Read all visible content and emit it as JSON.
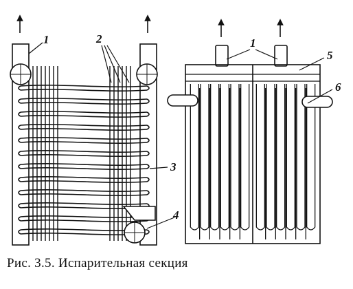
{
  "caption": "Рис. 3.5. Испарительная секция",
  "callouts": {
    "left": [
      "1",
      "2",
      "3",
      "4"
    ],
    "right": [
      "1",
      "5",
      "6"
    ]
  }
}
